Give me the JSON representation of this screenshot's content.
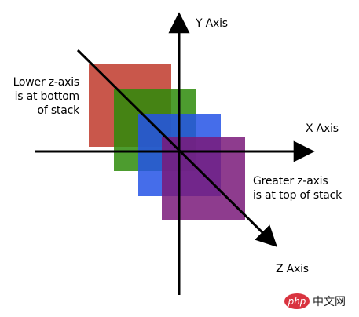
{
  "axes": {
    "y_label": "Y Axis",
    "x_label": "X Axis",
    "z_label": "Z Axis",
    "axis_color": "#000000"
  },
  "annotations": {
    "lower": [
      "Lower z-axis",
      "is at bottom",
      "of stack"
    ],
    "greater": [
      "Greater z-axis",
      "is at top of stack"
    ]
  },
  "layers": [
    {
      "name": "red",
      "color": "#c0392b"
    },
    {
      "name": "green",
      "color": "#2e8b0a"
    },
    {
      "name": "blue",
      "color": "#2554e6"
    },
    {
      "name": "purple",
      "color": "#7a1a7a"
    }
  ],
  "watermark": {
    "logo_text": "php",
    "site_text": "中文网",
    "logo_color": "#d9333f"
  }
}
